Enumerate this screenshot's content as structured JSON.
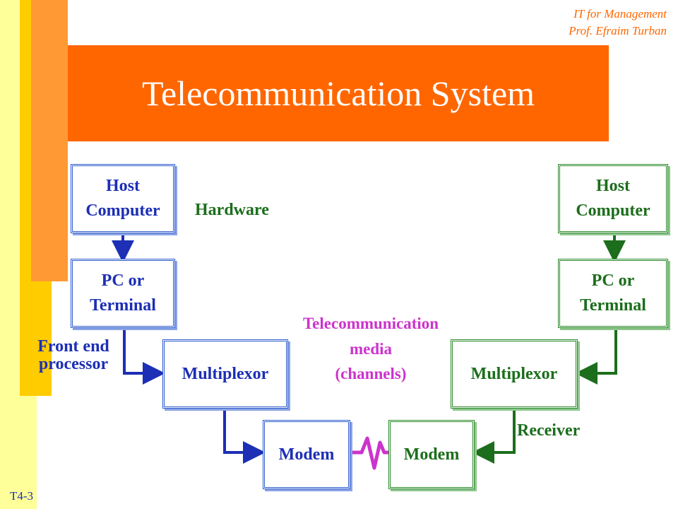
{
  "header": {
    "course": "IT for Management",
    "author": "Prof. Efraim Turban"
  },
  "title": "Telecommunication System",
  "labels": {
    "hardware": "Hardware",
    "front_end_line1": "Front end",
    "front_end_line2": "processor",
    "receiver": "Receiver"
  },
  "media": {
    "line1": "Telecommunication",
    "line2": "media",
    "line3": "(channels)"
  },
  "sender": {
    "host_line1": "Host",
    "host_line2": "Computer",
    "pc_line1": "PC or",
    "pc_line2": "Terminal",
    "mux": "Multiplexor",
    "modem": "Modem"
  },
  "receiver_side": {
    "host_line1": "Host",
    "host_line2": "Computer",
    "pc_line1": "PC or",
    "pc_line2": "Terminal",
    "mux": "Multiplexor",
    "modem": "Modem"
  },
  "slide_number": "T4-3",
  "colors": {
    "sender": "#1c2fb5",
    "receiver": "#1c6e1c",
    "channel": "#cc33cc",
    "accent": "#ff6600"
  }
}
